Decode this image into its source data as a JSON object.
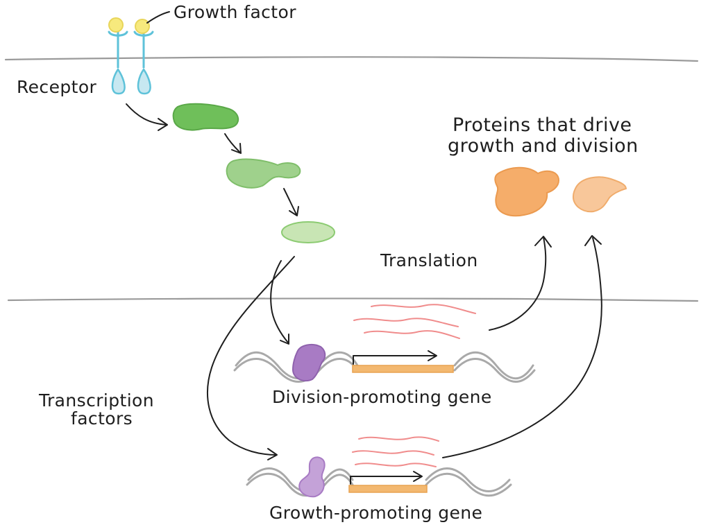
{
  "labels": {
    "growth_factor": "Growth factor",
    "receptor": "Receptor",
    "proteins_line1": "Proteins that drive",
    "proteins_line2": "growth and division",
    "translation": "Translation",
    "transcription_line1": "Transcription",
    "transcription_line2": "factors",
    "division_gene": "Division-promoting gene",
    "growth_gene": "Growth-promoting gene"
  },
  "colors": {
    "growth_factor": "#f7e97d",
    "receptor": "#5ec2d9",
    "receptor_fill": "#c7e8f1",
    "kinase_dark": "#6fbf5a",
    "kinase_mid": "#9fd18c",
    "kinase_light": "#c8e5b4",
    "transcription_factor_dark": "#a87bc4",
    "transcription_factor_light": "#c4a2d8",
    "gene_bar": "#f3b870",
    "mrna": "#f08c8c",
    "protein_dark": "#f5ad6a",
    "protein_light": "#f8c79a",
    "membrane": "#9a9a9a"
  }
}
